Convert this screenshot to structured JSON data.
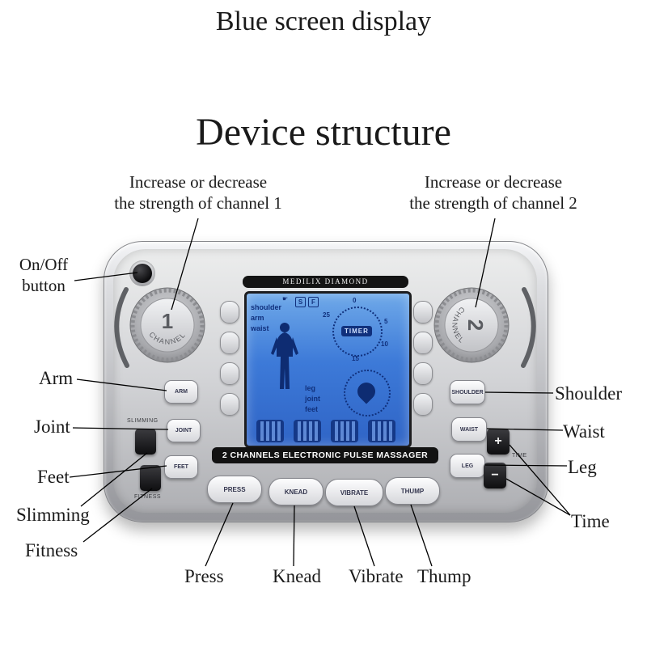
{
  "titles": {
    "top": "Blue screen display",
    "main": "Device structure"
  },
  "callouts": {
    "channel1_line1": "Increase or decrease",
    "channel1_line2": "the strength of channel 1",
    "channel2_line1": "Increase or decrease",
    "channel2_line2": "the strength of channel 2",
    "onoff_line1": "On/Off",
    "onoff_line2": "button",
    "arm": "Arm",
    "joint": "Joint",
    "feet": "Feet",
    "slimming": "Slimming",
    "fitness": "Fitness",
    "shoulder": "Shoulder",
    "waist": "Waist",
    "leg": "Leg",
    "time": "Time",
    "press": "Press",
    "knead": "Knead",
    "vibrate": "Vibrate",
    "thump": "Thump"
  },
  "device": {
    "brand": "MEDILIX DIAMOND",
    "banner": "2 CHANNELS ELECTRONIC PULSE MASSAGER",
    "dial1": {
      "number": "1",
      "label": "CHANNEL"
    },
    "dial2": {
      "number": "2",
      "label": "CHANNEL"
    },
    "printed": {
      "slimming": "SLIMMING",
      "fitness": "FITNESS",
      "time": "TIME"
    },
    "buttons": {
      "arm": "ARM",
      "joint": "JOINT",
      "feet": "FEET",
      "shoulder": "SHOULDER",
      "waist": "WAIST",
      "leg": "LEG",
      "press": "PRESS",
      "knead": "KNEAD",
      "vibrate": "VIBRATE",
      "thump": "THUMP",
      "plus": "+",
      "minus": "−"
    },
    "screen": {
      "body_parts_top": [
        "shoulder",
        "arm",
        "waist"
      ],
      "body_parts_bottom": [
        "leg",
        "joint",
        "feet"
      ],
      "timer_label": "TIMER",
      "ticks": {
        "t0": "0",
        "t25": "25",
        "t5": "5",
        "t10": "10",
        "t15": "15"
      },
      "mode_letters": {
        "s": "S",
        "f": "F"
      },
      "pointer": "☛"
    }
  },
  "colors": {
    "lcd_blue": "#3d7ad8",
    "device_silver": "#c9cacd",
    "screen_text": "#10307c",
    "ink": "#000000"
  }
}
